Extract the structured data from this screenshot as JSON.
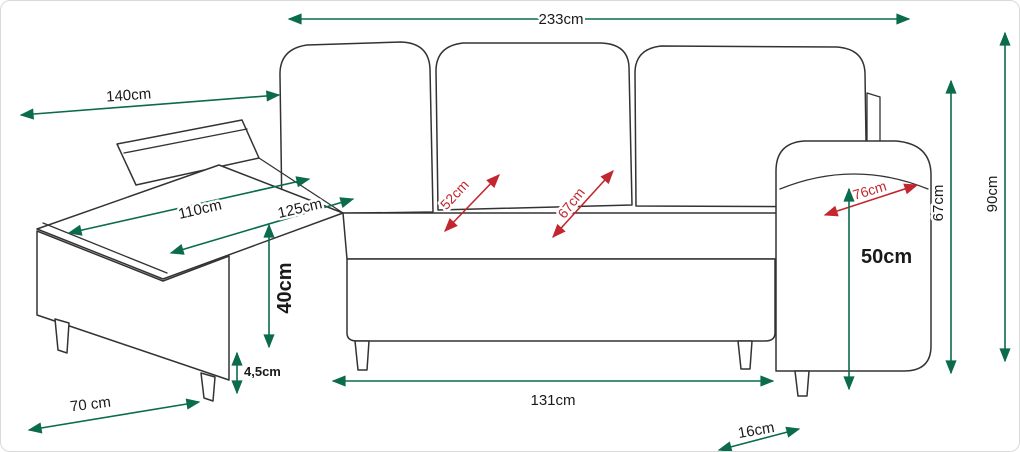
{
  "diagram": {
    "type": "furniture-dimension-diagram",
    "subject": "corner sofa bed line drawing with measurements",
    "colors": {
      "dimension_arrow": "#0b6b4d",
      "highlight_arrow": "#c2262e",
      "outline": "#333333",
      "label_text": "#1a1a1a"
    },
    "labels": {
      "total_width": "233cm",
      "chaise_length": "140cm",
      "chaise_inner_length": "110cm",
      "chaise_outer_length": "125cm",
      "seat_depth": "52cm",
      "seat_diagonal": "67cm",
      "armrest_top_depth": "76cm",
      "backrest_height": "67cm",
      "total_height": "90cm",
      "armrest_height": "50cm",
      "seat_height": "40cm",
      "leg_height": "4,5cm",
      "chaise_width": "70 cm",
      "front_width": "131cm",
      "armrest_width": "16cm"
    }
  }
}
